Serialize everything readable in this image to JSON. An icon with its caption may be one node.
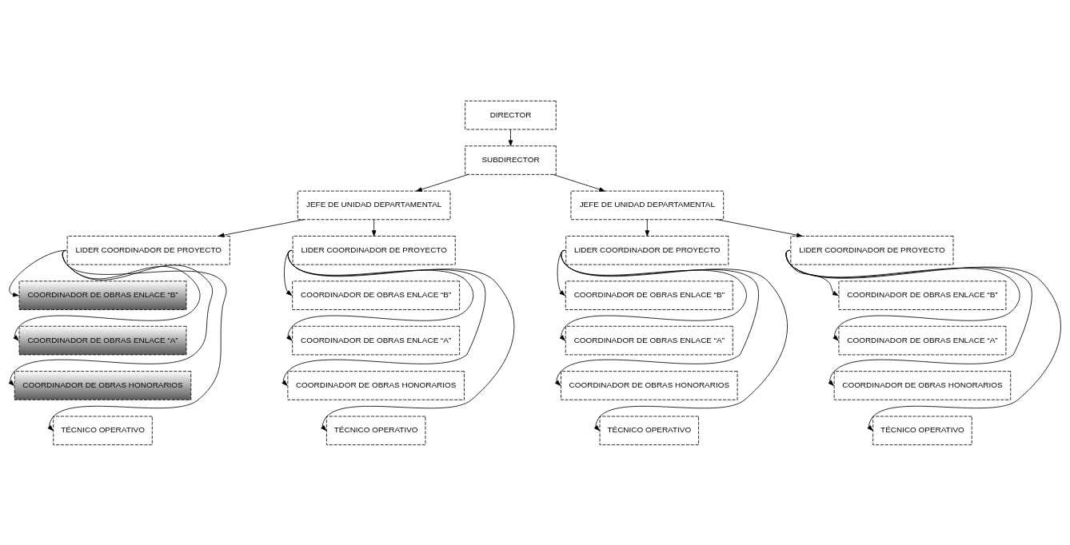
{
  "diagram": {
    "nodes": [
      {
        "text": [
          "DIRECTOR"
        ]
      },
      {
        "text": [
          "SUBDIRECTOR"
        ]
      },
      {
        "text": [
          "JEFE DE UNIDAD DEPARTAMENTAL"
        ]
      },
      {
        "text": [
          "JEFE DE UNIDAD DEPARTAMENTAL"
        ]
      },
      {
        "text": [
          "LIDER COORDINADOR DE PROYECTO"
        ]
      },
      {
        "text": [
          "COORDINADOR DE OBRAS ENLACE “B”"
        ]
      },
      {
        "text": [
          "COORDINADOR DE OBRAS ENLACE “A”"
        ]
      },
      {
        "text": [
          "COORDINADOR DE OBRAS HONORARIOS"
        ]
      },
      {
        "text": [
          "TÉCNICO OPERATIVO"
        ]
      },
      {
        "text": [
          "LIDER COORDINADOR DE PROYECTO"
        ]
      },
      {
        "text": [
          "COORDINADOR DE OBRAS ENLACE “B”"
        ]
      },
      {
        "text": [
          "COORDINADOR DE OBRAS ENLACE “A”"
        ]
      },
      {
        "text": [
          "COORDINADOR DE OBRAS HONORARIOS"
        ]
      },
      {
        "text": [
          "TÉCNICO OPERATIVO"
        ]
      },
      {
        "text": [
          "LIDER COORDINADOR DE PROYECTO"
        ]
      },
      {
        "text": [
          "COORDINADOR DE OBRAS ENLACE “B”"
        ]
      },
      {
        "text": [
          "COORDINADOR DE OBRAS ENLACE “A”"
        ]
      },
      {
        "text": [
          "COORDINADOR DE OBRAS HONORARIOS"
        ]
      },
      {
        "text": [
          "TÉCNICO OPERATIVO"
        ]
      },
      {
        "text": [
          "LIDER COORDINADOR DE PROYECTO"
        ]
      },
      {
        "text": [
          "COORDINADOR DE OBRAS ENLACE “B”"
        ]
      },
      {
        "text": [
          "COORDINADOR DE OBRAS ENLACE “A”"
        ]
      },
      {
        "text": [
          "COORDINADOR DE OBRAS HONORARIOS"
        ]
      },
      {
        "text": [
          "TÉCNICO OPERATIVO"
        ]
      }
    ],
    "edges": [
      {
        "from": 0,
        "to": 1,
        "arrow": "to"
      },
      {
        "from": 1,
        "to": 2,
        "arrow": "to"
      },
      {
        "from": 1,
        "to": 3,
        "arrow": "to"
      },
      {
        "from": 2,
        "to": 4,
        "arrow": "to"
      },
      {
        "from": 2,
        "to": 9,
        "arrow": "to"
      },
      {
        "from": 3,
        "to": 14,
        "arrow": "to"
      },
      {
        "from": 3,
        "to": 19,
        "arrow": "to"
      },
      {
        "from": 4,
        "to": 5,
        "arrow": "to"
      },
      {
        "from": 4,
        "to": 6,
        "arrow": "to"
      },
      {
        "from": 4,
        "to": 7,
        "arrow": "to"
      },
      {
        "from": 4,
        "to": 8,
        "arrow": "to"
      },
      {
        "from": 9,
        "to": 10,
        "arrow": "to"
      },
      {
        "from": 9,
        "to": 11,
        "arrow": "to"
      },
      {
        "from": 9,
        "to": 12,
        "arrow": "to"
      },
      {
        "from": 9,
        "to": 13,
        "arrow": "to"
      },
      {
        "from": 14,
        "to": 15,
        "arrow": "to"
      },
      {
        "from": 14,
        "to": 16,
        "arrow": "to"
      },
      {
        "from": 14,
        "to": 17,
        "arrow": "to"
      },
      {
        "from": 14,
        "to": 18,
        "arrow": "to"
      },
      {
        "from": 19,
        "to": 20,
        "arrow": "to"
      },
      {
        "from": 19,
        "to": 21,
        "arrow": "to"
      },
      {
        "from": 19,
        "to": 22,
        "arrow": "to"
      },
      {
        "from": 19,
        "to": 23,
        "arrow": "to"
      }
    ]
  }
}
